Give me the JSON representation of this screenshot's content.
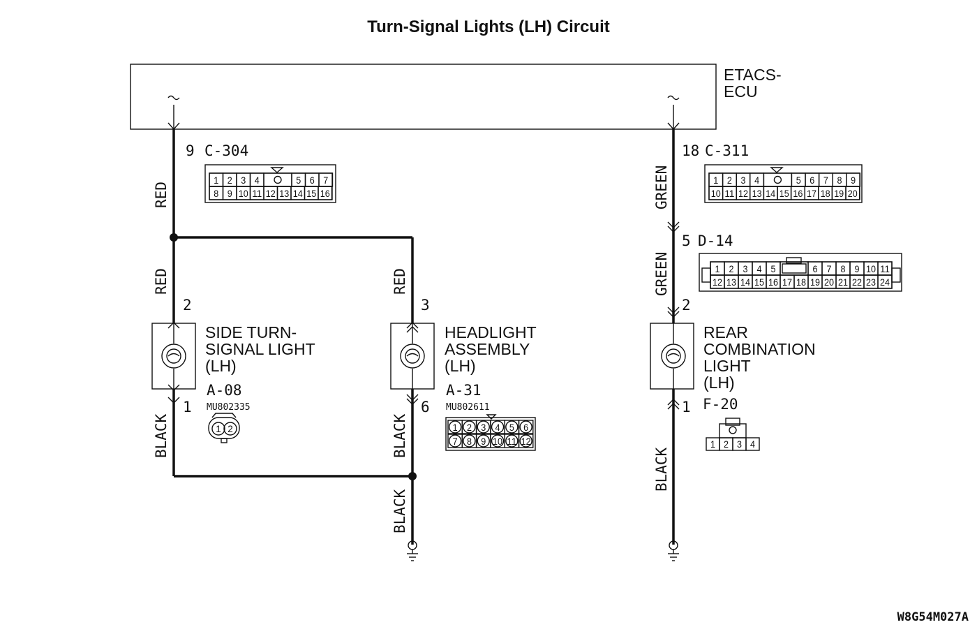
{
  "title": "Turn-Signal Lights (LH) Circuit",
  "ecu": {
    "label_line1": "ETACS-",
    "label_line2": "ECU"
  },
  "wires": {
    "left_top": "RED",
    "left_mid": "RED",
    "center_mid": "RED",
    "left_bottom": "BLACK",
    "center_bottom": "BLACK",
    "center_ground": "BLACK",
    "right_top": "GREEN",
    "right_mid": "GREEN",
    "right_bottom": "BLACK"
  },
  "connectors": {
    "c304": {
      "pin": "9",
      "name": "C-304",
      "row1": [
        "1",
        "2",
        "3",
        "4",
        "",
        "5",
        "6",
        "7"
      ],
      "row2": [
        "8",
        "9",
        "10",
        "11",
        "12",
        "13",
        "14",
        "15",
        "16"
      ]
    },
    "c311": {
      "pin": "18",
      "name": "C-311",
      "row1": [
        "1",
        "2",
        "3",
        "4",
        "",
        "5",
        "6",
        "7",
        "8",
        "9"
      ],
      "row2": [
        "10",
        "11",
        "12",
        "13",
        "14",
        "15",
        "16",
        "17",
        "18",
        "19",
        "20"
      ]
    },
    "d14": {
      "pin": "5",
      "name": "D-14",
      "row1": [
        "1",
        "2",
        "3",
        "4",
        "5",
        "",
        "6",
        "7",
        "8",
        "9",
        "10",
        "11"
      ],
      "row2": [
        "12",
        "13",
        "14",
        "15",
        "16",
        "17",
        "18",
        "19",
        "20",
        "21",
        "22",
        "23",
        "24"
      ]
    },
    "a08": {
      "name": "A-08",
      "part": "MU802335",
      "pins": [
        "1",
        "2"
      ]
    },
    "a31": {
      "name": "A-31",
      "part": "MU802611",
      "row1": [
        "1",
        "2",
        "3",
        "4",
        "5",
        "6"
      ],
      "row2": [
        "7",
        "8",
        "9",
        "10",
        "11",
        "12"
      ]
    },
    "f20": {
      "name": "F-20",
      "pins": [
        "1",
        "2",
        "3",
        "4"
      ]
    }
  },
  "components": {
    "side": {
      "line1": "SIDE TURN-",
      "line2": "SIGNAL LIGHT",
      "line3": "(LH)",
      "pin_top": "2",
      "pin_bottom": "1"
    },
    "headlight": {
      "line1": "HEADLIGHT",
      "line2": "ASSEMBLY",
      "line3": "(LH)",
      "pin_top": "3",
      "pin_bottom": "6"
    },
    "rear": {
      "line1": "REAR",
      "line2": "COMBINATION",
      "line3": "LIGHT",
      "line4": "(LH)",
      "pin_top": "2",
      "pin_bottom": "1"
    }
  },
  "figure_code": "W8G54M027A"
}
